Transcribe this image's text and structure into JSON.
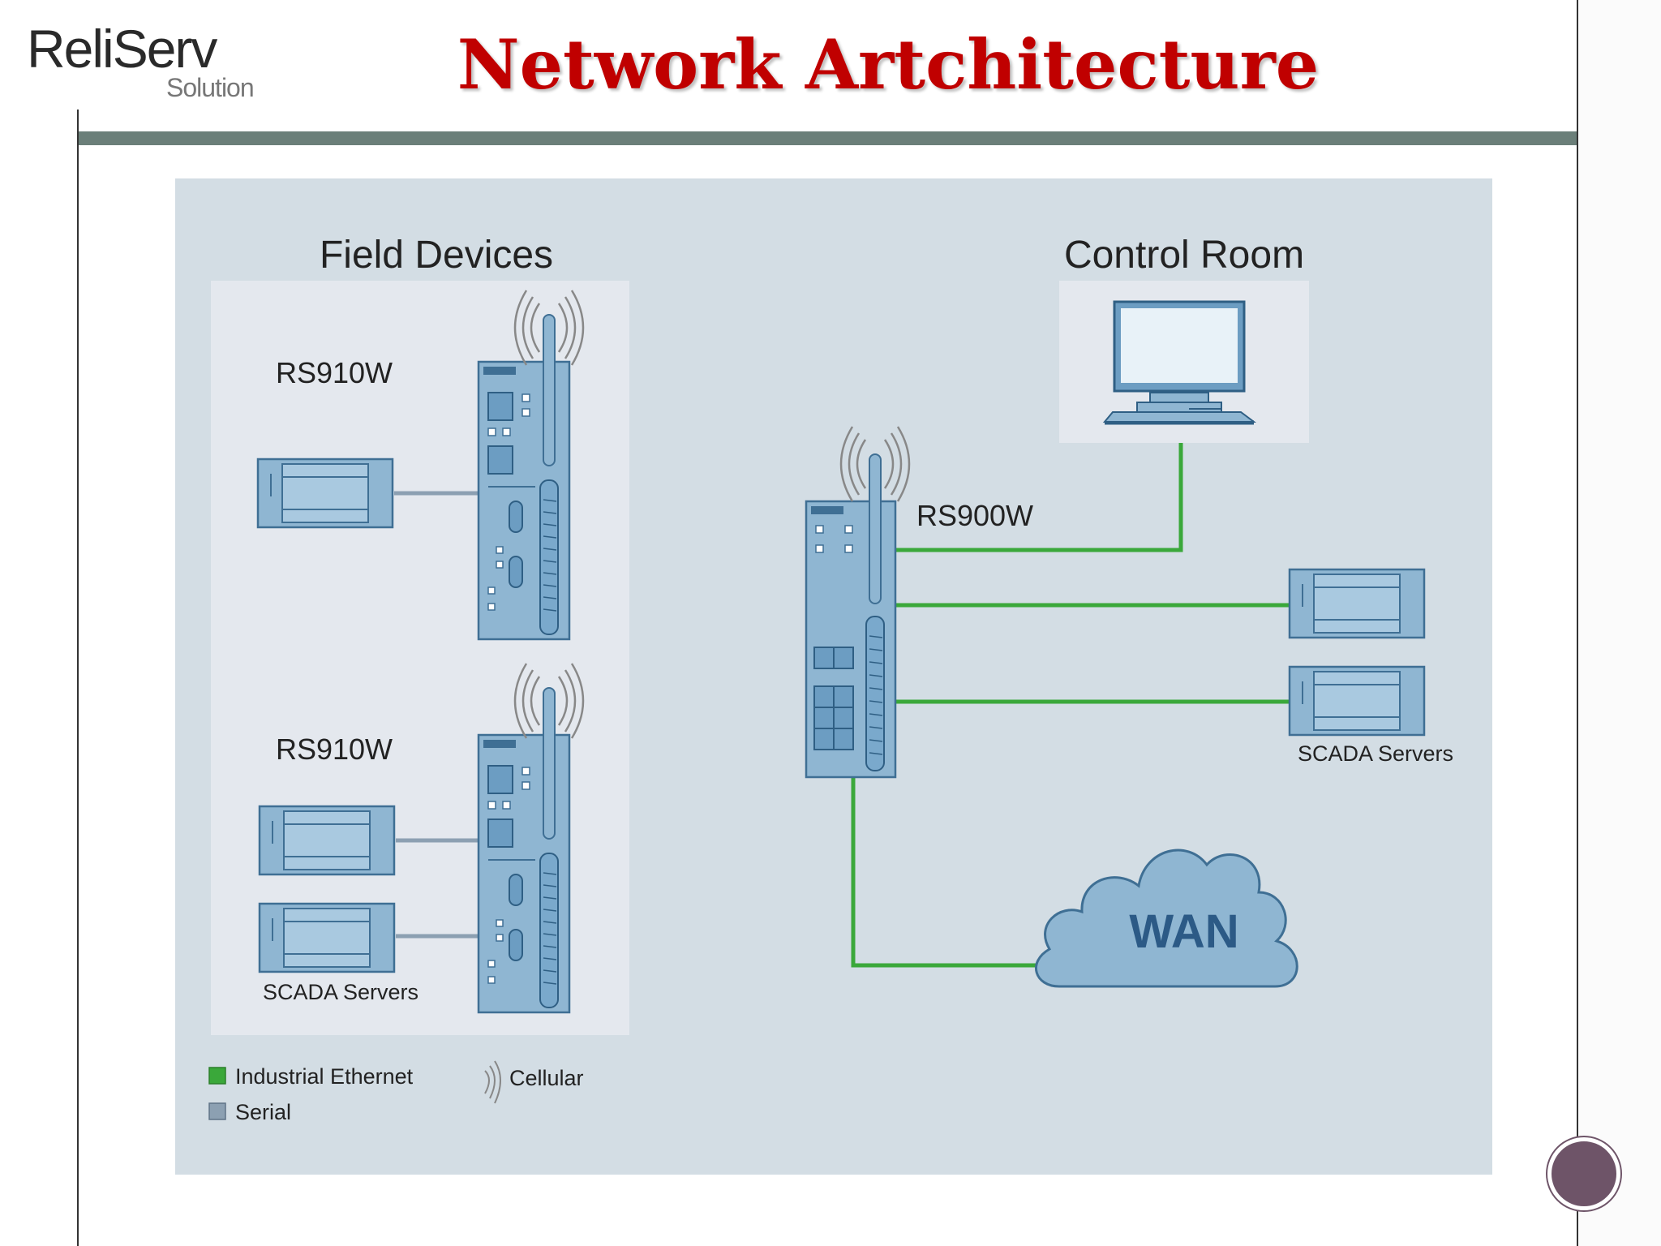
{
  "logo": {
    "main": "ReliServ",
    "sub": "Solution"
  },
  "title": "Network Artchitecture",
  "diagram": {
    "sections": {
      "field": "Field Devices",
      "control": "Control Room"
    },
    "devices": {
      "field_top": "RS910W",
      "field_bottom": "RS910W",
      "central": "RS900W"
    },
    "scada_left": "SCADA Servers",
    "scada_right": "SCADA Servers",
    "wan": "WAN",
    "legend": {
      "ethernet": "Industrial Ethernet",
      "serial": "Serial",
      "cellular": "Cellular"
    },
    "colors": {
      "ethernet": "#3aa83a",
      "serial": "#8ca0b2",
      "device": "#8fb6d2",
      "panel": "#d3dde4",
      "section": "#e4e8ee"
    }
  }
}
